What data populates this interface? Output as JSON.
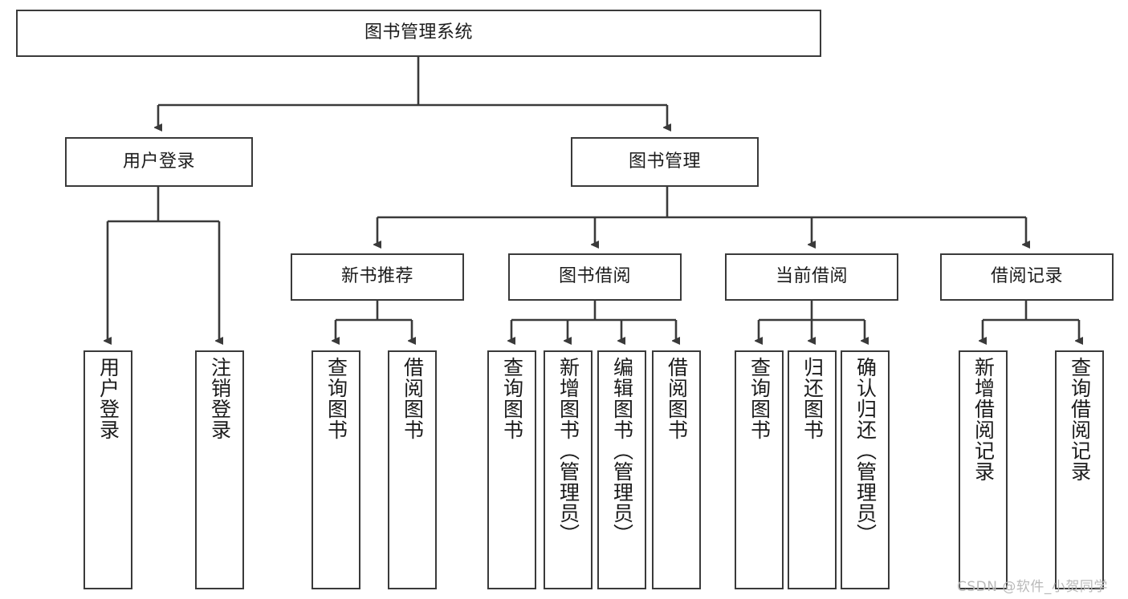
{
  "diagram": {
    "title": "图书管理系统",
    "type": "hierarchy-tree",
    "root": {
      "label": "图书管理系统"
    },
    "level2": [
      {
        "label": "用户登录"
      },
      {
        "label": "图书管理"
      }
    ],
    "level3": [
      {
        "label": "新书推荐"
      },
      {
        "label": "图书借阅"
      },
      {
        "label": "当前借阅"
      },
      {
        "label": "借阅记录"
      }
    ],
    "leaves": {
      "user_login": [
        {
          "label": "用户登录"
        },
        {
          "label": "注销登录"
        }
      ],
      "new_book_recommend": [
        {
          "label": "查询图书"
        },
        {
          "label": "借阅图书"
        }
      ],
      "book_borrow": [
        {
          "label": "查询图书"
        },
        {
          "label": "新增图书（管理员）"
        },
        {
          "label": "编辑图书（管理员）"
        },
        {
          "label": "借阅图书"
        }
      ],
      "current_borrow": [
        {
          "label": "查询图书"
        },
        {
          "label": "归还图书"
        },
        {
          "label": "确认归还（管理员）"
        }
      ],
      "borrow_records": [
        {
          "label": "新增借阅记录"
        },
        {
          "label": "查询借阅记录"
        }
      ]
    }
  },
  "watermark": {
    "text": "CSDN @软件_小贺同学"
  },
  "colors": {
    "stroke": "#3a3a3a",
    "text": "#1b1b1b",
    "background": "#ffffff",
    "watermark": "#b9b9b9"
  }
}
